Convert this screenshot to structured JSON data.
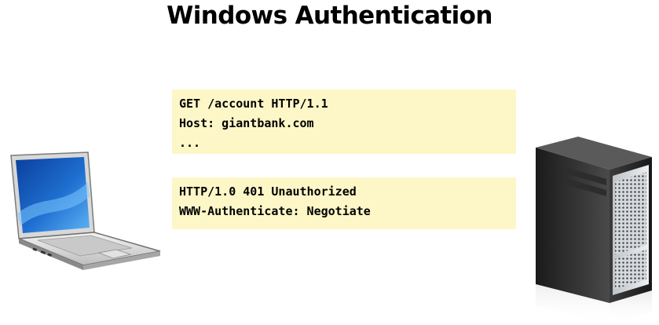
{
  "title": "Windows Authentication",
  "request": {
    "lines": [
      "GET /account HTTP/1.1",
      "Host: giantbank.com",
      "..."
    ]
  },
  "response": {
    "lines": [
      "HTTP/1.0 401 Unauthorized",
      "WWW-Authenticate: Negotiate"
    ]
  },
  "colors": {
    "message_background": "#fdf7c8",
    "laptop_screen": "#1e6fd0",
    "server_body": "#2a2a2a"
  },
  "icons": {
    "client": "laptop-icon",
    "server": "server-tower-icon"
  }
}
